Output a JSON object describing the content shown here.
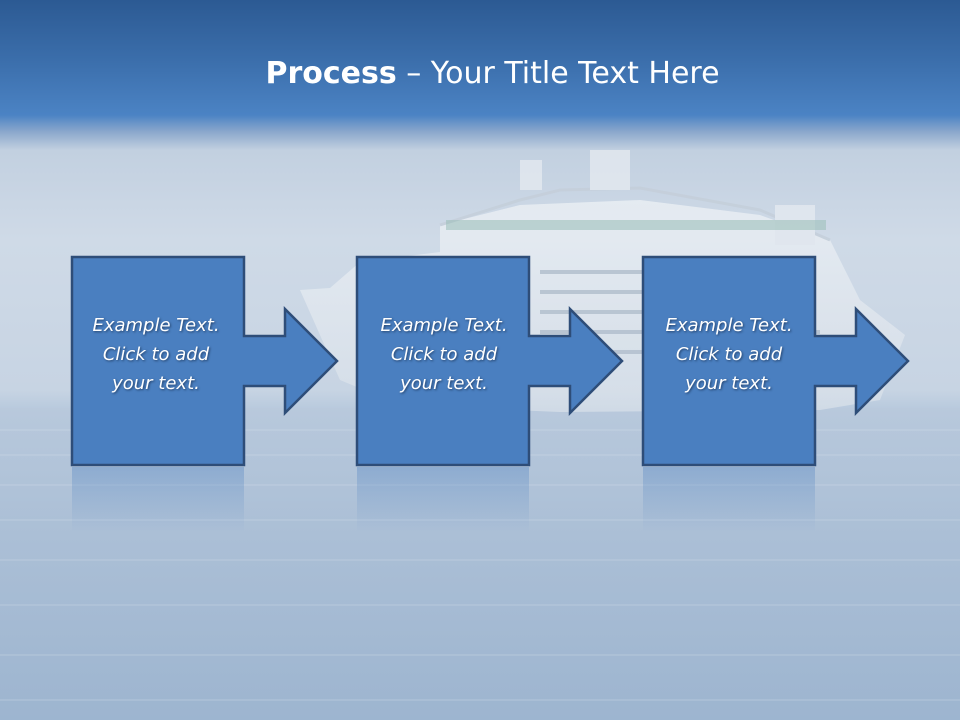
{
  "slide": {
    "title_strong": "Process",
    "title_rest": " – Your Title Text Here",
    "steps": [
      {
        "text": "Example Text.\nClick  to add\nyour text."
      },
      {
        "text": "Example Text.\nClick  to add\nyour text."
      },
      {
        "text": "Example Text.\nClick  to add\nyour text."
      }
    ]
  },
  "colors": {
    "box_fill": "#4a7fc0",
    "box_border": "#2e4d78",
    "title_text": "#ffffff"
  }
}
